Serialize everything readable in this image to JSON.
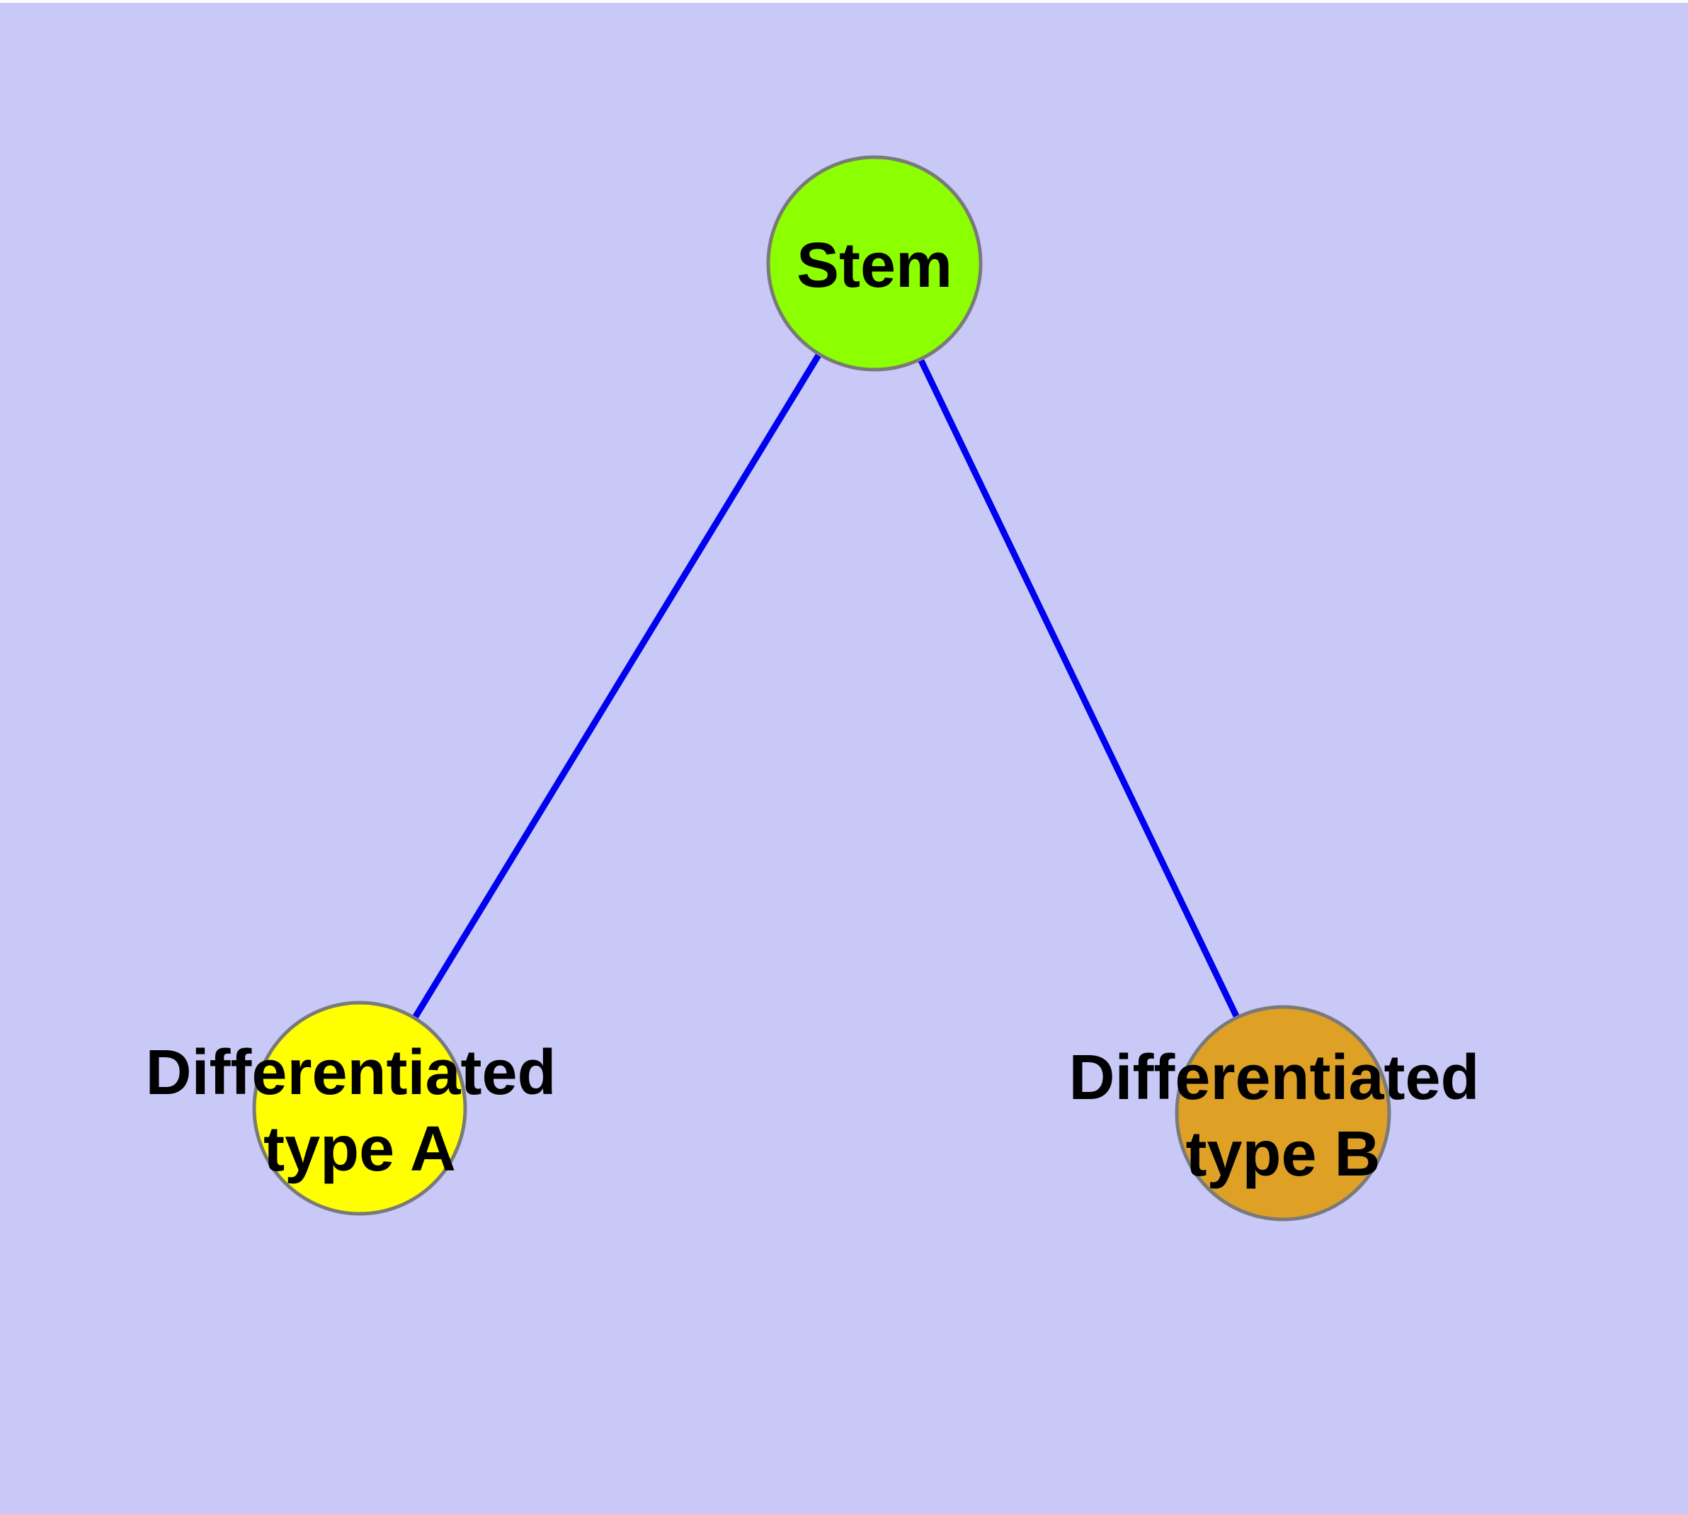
{
  "diagram": {
    "type": "node-link-graph",
    "background_color": "#c9c9f8",
    "top_margin_color": "#ffffff",
    "edge_color": "#0000f0",
    "node_border_color": "#7a7a7a",
    "text_color": "#000000",
    "nodes": {
      "stem": {
        "label": "Stem",
        "color": "#8cff00"
      },
      "diff_a": {
        "label": "Differentiated type A",
        "label_line1": "Differentiated",
        "label_line2": "type A",
        "color": "#ffff00"
      },
      "diff_b": {
        "label": "Differentiated type B",
        "label_line1": "Differentiated",
        "label_line2": "type B",
        "color": "#dfa125"
      }
    },
    "edges": [
      {
        "from": "Stem",
        "to": "Differentiated type A"
      },
      {
        "from": "Stem",
        "to": "Differentiated type B"
      }
    ]
  }
}
